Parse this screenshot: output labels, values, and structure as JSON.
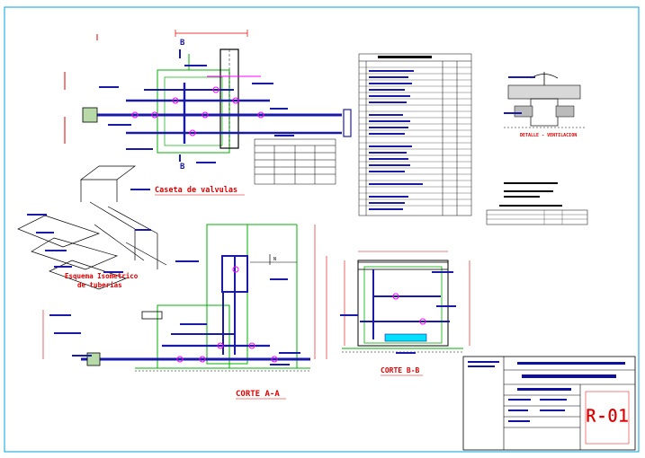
{
  "titles": {
    "caseta": "Caseta de valvulas",
    "esquema_l1": "Esquema Isometrico",
    "esquema_l2": "de tuberias",
    "corte_aa": "CORTE A-A",
    "corte_bb": "CORTE B-B",
    "detalle": "DETALLE - VENTILACION"
  },
  "sheet": {
    "code": "R-01"
  },
  "colors": {
    "background": "#ffffff",
    "pipe_blue": "#1a1aa8",
    "pipe_magenta": "#ff00ff",
    "wall_green": "#00b000",
    "dimension_red": "#e00000",
    "cad_cyan": "#00a0e0",
    "line_black": "#000000",
    "title_block_blue": "#1010a0"
  }
}
